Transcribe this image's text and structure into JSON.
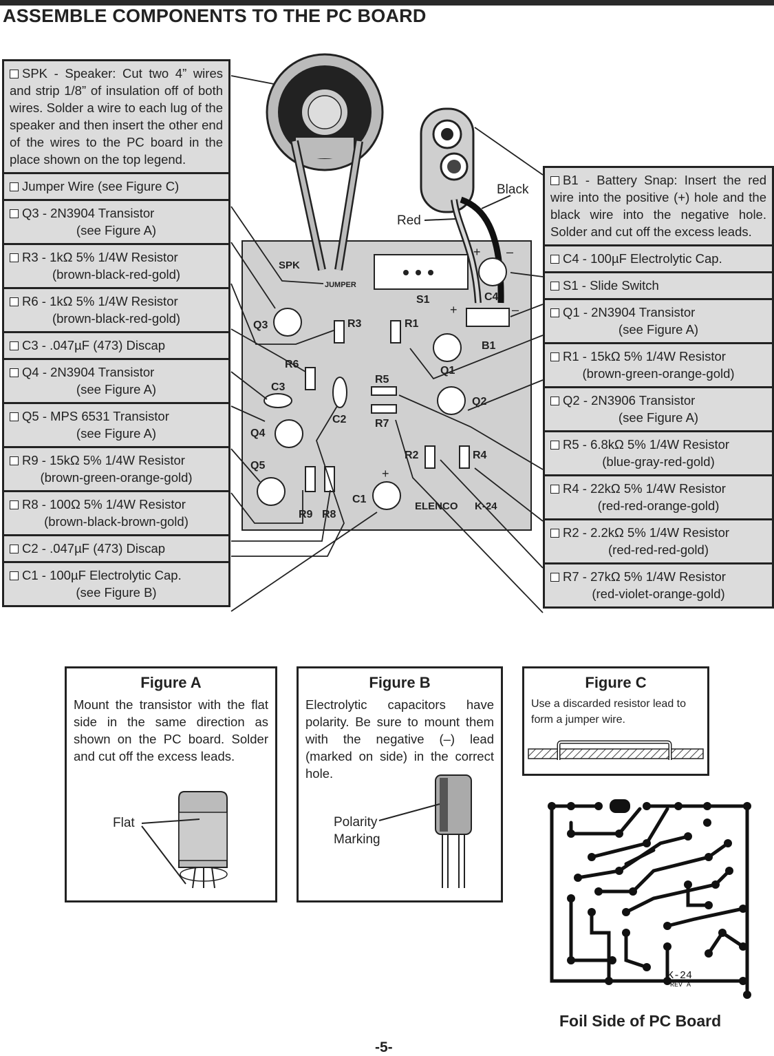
{
  "title": "ASSEMBLE COMPONENTS TO THE PC BOARD",
  "left_items": [
    {
      "text": "SPK - Speaker:  Cut two 4” wires and strip 1/8” of insulation off of both wires.  Solder a wire to each lug of the speaker and then insert the other end of the wires to the PC board in the place shown on the top legend."
    },
    {
      "text": "Jumper Wire (see Figure C)"
    },
    {
      "line1": "Q3 - 2N3904 Transistor",
      "line2": "(see Figure A)"
    },
    {
      "line1": "R3 - 1kΩ 5% 1/4W Resistor",
      "line2": "(brown-black-red-gold)"
    },
    {
      "line1": "R6 - 1kΩ 5% 1/4W Resistor",
      "line2": "(brown-black-red-gold)"
    },
    {
      "text": "C3 - .047µF (473) Discap"
    },
    {
      "line1": "Q4 - 2N3904 Transistor",
      "line2": "(see Figure A)"
    },
    {
      "line1": "Q5 - MPS 6531 Transistor",
      "line2": "(see Figure A)"
    },
    {
      "line1": "R9 - 15kΩ 5% 1/4W Resistor",
      "line2": "(brown-green-orange-gold)"
    },
    {
      "line1": "R8 - 100Ω 5% 1/4W Resistor",
      "line2": "(brown-black-brown-gold)"
    },
    {
      "text": "C2 - .047µF (473) Discap"
    },
    {
      "line1": "C1 - 100µF Electrolytic Cap.",
      "line2": "(see Figure B)"
    }
  ],
  "right_items": [
    {
      "text": "B1 - Battery Snap:  Insert the red wire into the positive (+) hole and the black wire into the negative hole.  Solder and cut off the excess leads."
    },
    {
      "text": "C4 - 100µF Electrolytic Cap."
    },
    {
      "text": "S1 - Slide Switch"
    },
    {
      "line1": "Q1 - 2N3904 Transistor",
      "line2": "(see Figure A)"
    },
    {
      "line1": "R1 - 15kΩ 5% 1/4W Resistor",
      "line2": "(brown-green-orange-gold)"
    },
    {
      "line1": "Q2 - 2N3906 Transistor",
      "line2": "(see Figure A)"
    },
    {
      "line1": "R5 - 6.8kΩ 5% 1/4W Resistor",
      "line2": "(blue-gray-red-gold)"
    },
    {
      "line1": "R4 - 22kΩ 5% 1/4W Resistor",
      "line2": "(red-red-orange-gold)"
    },
    {
      "line1": "R2 - 2.2kΩ 5% 1/4W Resistor",
      "line2": "(red-red-red-gold)"
    },
    {
      "line1": "R7 - 27kΩ 5% 1/4W Resistor",
      "line2": "(red-violet-orange-gold)"
    }
  ],
  "board": {
    "wire_black": "Black",
    "wire_red": "Red",
    "labels": {
      "spk": "SPK",
      "jumper": "JUMPER",
      "s1": "S1",
      "c4": "C4",
      "b1": "B1",
      "q3": "Q3",
      "r3": "R3",
      "r1": "R1",
      "q1": "Q1",
      "r6": "R6",
      "c3": "C3",
      "c2": "C2",
      "r5": "R5",
      "r7": "R7",
      "q2": "Q2",
      "q4": "Q4",
      "q5": "Q5",
      "r2": "R2",
      "r4": "R4",
      "r9": "R9",
      "r8": "R8",
      "c1": "C1",
      "brand": "ELENCO",
      "model": "K-24",
      "plus": "+",
      "minus": "–",
      "plus2": "+",
      "minus2": "–",
      "plus3": "+"
    }
  },
  "figures": {
    "a": {
      "title": "Figure A",
      "text": "Mount the transistor with the flat side in the same direction as shown on the PC board. Solder and cut off the excess leads.",
      "label": "Flat"
    },
    "b": {
      "title": "Figure B",
      "text": "Electrolytic capacitors have polarity.  Be sure to mount them with the negative (–) lead (marked on side) in the correct hole.",
      "label_line1": "Polarity",
      "label_line2": "Marking"
    },
    "c": {
      "title": "Figure C",
      "text": "Use a discarded resistor lead to form a jumper wire."
    }
  },
  "foil": {
    "caption": "Foil Side of PC Board",
    "model": "K-24",
    "rev": "REV A"
  },
  "page_number": "-5-"
}
